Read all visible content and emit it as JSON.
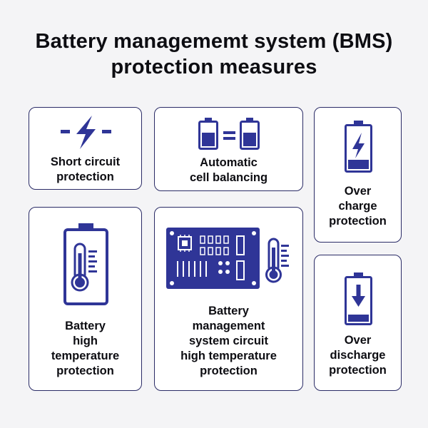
{
  "title_line1": "Battery managememt system (BMS)",
  "title_line2": "protection measures",
  "cards": {
    "short_circuit": {
      "line1": "Short circuit",
      "line2": "protection",
      "icon": "lightning-bolt-icon"
    },
    "cell_balancing": {
      "line1": "Automatic",
      "line2": "cell balancing",
      "icon": "battery-equal-icon"
    },
    "over_charge": {
      "line1": "Over",
      "line2": "charge",
      "line3": "protection",
      "icon": "battery-charging-icon"
    },
    "high_temp": {
      "line1": "Battery",
      "line2": "high",
      "line3": "temperature",
      "line4": "protection",
      "icon": "battery-thermometer-icon"
    },
    "circuit_temp": {
      "line1": "Battery",
      "line2": "management",
      "line3": "system circuit",
      "line4": "high temperature",
      "line5": "protection",
      "icon": "circuit-board-icon"
    },
    "over_discharge": {
      "line1": "Over",
      "line2": "discharge",
      "line3": "protection",
      "icon": "battery-discharge-icon"
    }
  },
  "colors": {
    "accent": "#2f3597",
    "border": "#2a2b66",
    "background": "#f4f4f6"
  }
}
